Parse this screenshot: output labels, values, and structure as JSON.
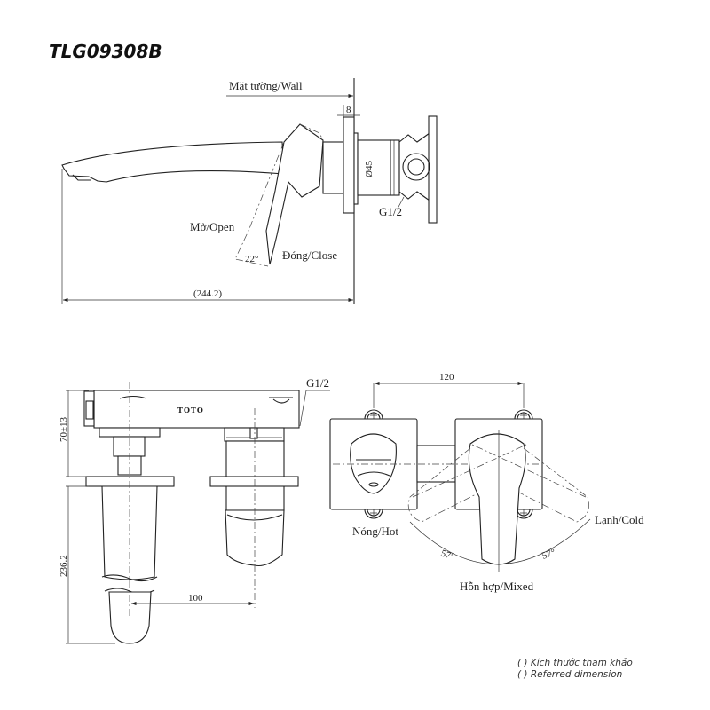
{
  "title": "TLG09308B",
  "side_view": {
    "wall_label": "Mặt tường/Wall",
    "flange_thickness": "8",
    "diameter": "Ø45",
    "thread": "G1/2",
    "open_label": "Mở/Open",
    "close_label": "Đóng/Close",
    "angle": "22°",
    "length": "(244.2)"
  },
  "front_view": {
    "height": "70±13",
    "spout_length": "236.2",
    "offset": "100",
    "thread": "G1/2",
    "logo": "TOTO"
  },
  "top_view": {
    "spacing": "120",
    "hot_label": "Nóng/Hot",
    "cold_label": "Lạnh/Cold",
    "mixed_label": "Hỗn hợp/Mixed",
    "angle_left": "57°",
    "angle_right": "57°"
  },
  "notes": [
    "( ) Kích thước tham khảo",
    "( ) Referred dimension"
  ]
}
